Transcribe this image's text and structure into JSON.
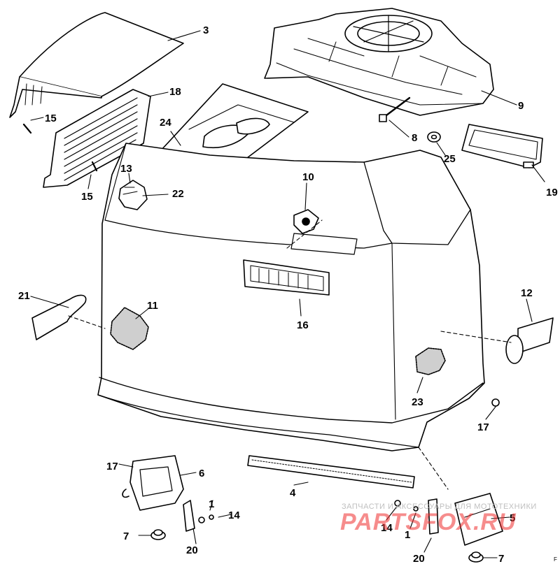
{
  "diagram": {
    "type": "exploded-parts-view",
    "callouts": [
      {
        "part": "3"
      },
      {
        "part": "18"
      },
      {
        "part": "15"
      },
      {
        "part": "15"
      },
      {
        "part": "9"
      },
      {
        "part": "8"
      },
      {
        "part": "25"
      },
      {
        "part": "19"
      },
      {
        "part": "24"
      },
      {
        "part": "13"
      },
      {
        "part": "22"
      },
      {
        "part": "10"
      },
      {
        "part": "21"
      },
      {
        "part": "11"
      },
      {
        "part": "16"
      },
      {
        "part": "12"
      },
      {
        "part": "23"
      },
      {
        "part": "17"
      },
      {
        "part": "17"
      },
      {
        "part": "6"
      },
      {
        "part": "4"
      },
      {
        "part": "1"
      },
      {
        "part": "14"
      },
      {
        "part": "7"
      },
      {
        "part": "20"
      },
      {
        "part": "14"
      },
      {
        "part": "1"
      },
      {
        "part": "5"
      },
      {
        "part": "20"
      },
      {
        "part": "7"
      }
    ]
  },
  "watermark": {
    "caption": "ЗАПЧАСТИ И АКСЕССУАРЫ ДЛЯ МОТОТЕХНИКИ",
    "logo": "PARTSFOX.RU"
  },
  "corner_mark": "F"
}
